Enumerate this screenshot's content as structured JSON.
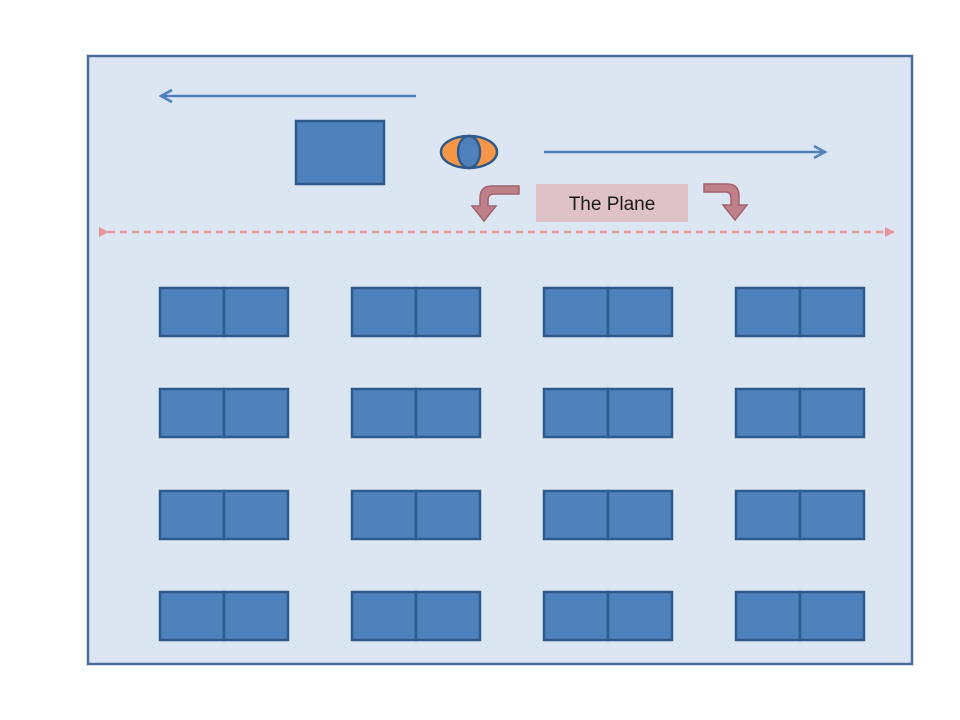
{
  "plane_label": "The Plane",
  "colors": {
    "background": "#dce6f2",
    "border": "#4a6e99",
    "desk_fill": "#4f81bd",
    "eye_outer": "#f79646",
    "plane_line": "#e6989a",
    "plane_label_bg": "#dfc2c8"
  },
  "desk_grid": {
    "rows": 4,
    "columns": 4,
    "seats_per_desk": 2
  }
}
